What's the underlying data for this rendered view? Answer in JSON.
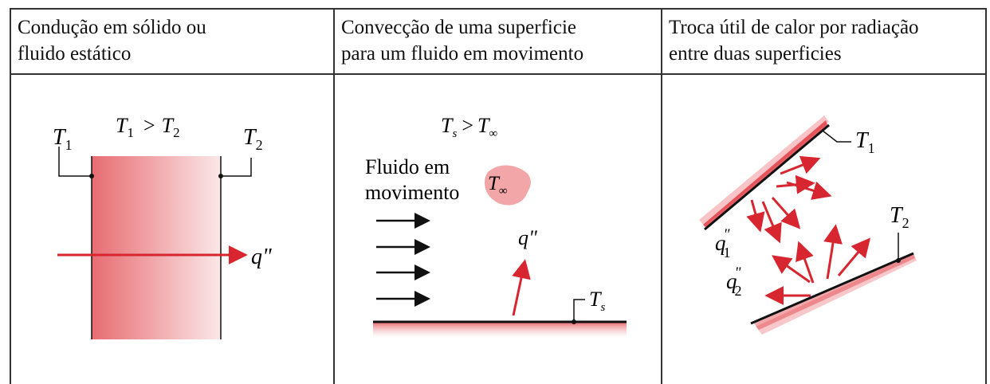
{
  "headers": [
    {
      "line1": "Condução em sólido ou",
      "line2": "fluido estático"
    },
    {
      "line1": "Convecção de uma superficie",
      "line2": "para um fluido em movimento"
    },
    {
      "line1": "Troca útil de calor por radiação",
      "line2": "entre duas superficies"
    }
  ],
  "conduction": {
    "relation_left": "T",
    "relation_left_sub": "1",
    "relation_symbol": ">",
    "relation_right": "T",
    "relation_right_sub": "2",
    "left_label": "T",
    "left_sub": "1",
    "right_label": "T",
    "right_sub": "2",
    "flux": "q\""
  },
  "convection": {
    "relation": "T",
    "relation_sub": "s",
    "relation_symbol": ">",
    "relation_right": "T",
    "relation_right_sub": "∞",
    "fluid_line1": "Fluido em",
    "fluid_line2": "movimento",
    "ambient": "T",
    "ambient_sub": "∞",
    "flux": "q\"",
    "surface": "T",
    "surface_sub": "s"
  },
  "radiation": {
    "top_label": "T",
    "top_sub": "1",
    "bottom_label": "T",
    "bottom_sub": "2",
    "flux1": "q",
    "flux1_prime": "\"",
    "flux1_sub": "1",
    "flux2": "q",
    "flux2_prime": "\"",
    "flux2_sub": "2"
  },
  "colors": {
    "heat_red": "#d7262f",
    "light_red": "#f1a5a7",
    "pale_red": "#f7d7d8",
    "line": "#111111",
    "border": "#333333"
  }
}
